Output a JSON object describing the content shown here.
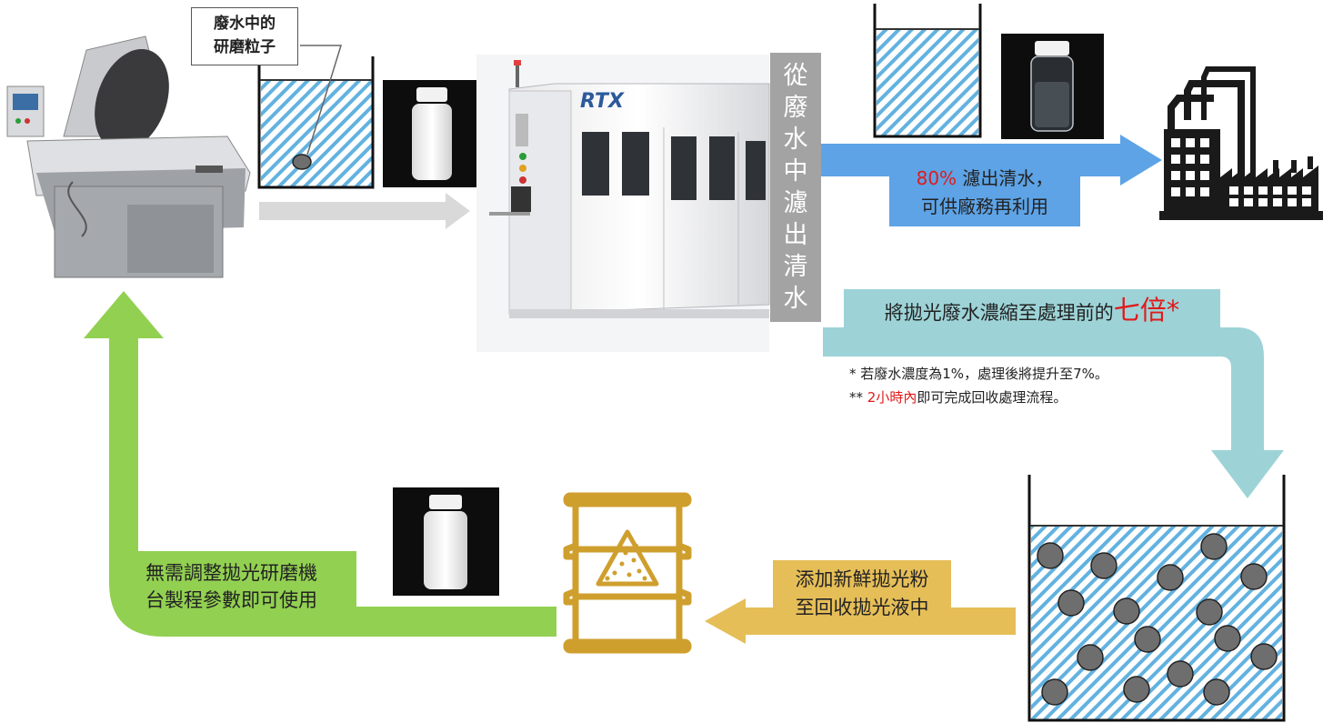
{
  "callout": {
    "line1": "廢水中的",
    "line2": "研磨粒子"
  },
  "machine": {
    "brand": "RTX"
  },
  "vertical_label": [
    "從",
    "廢",
    "水",
    "中",
    "濾",
    "出",
    "清",
    "水"
  ],
  "clean_water": {
    "percent": "80%",
    "line1_rest": " 濾出清水，",
    "line2": "可供廠務再利用"
  },
  "concentrate": {
    "prefix": "將拋光廢水濃縮至處理前的",
    "emphasis": "七倍*"
  },
  "notes": {
    "note1": "* 若廢水濃度為1%，處理後將提升至7%。",
    "note2_prefix": "** ",
    "note2_red": "2小時內",
    "note2_rest": "即可完成回收處理流程。"
  },
  "add_powder": {
    "line1": "添加新鮮拋光粉",
    "line2": "至回收拋光液中"
  },
  "reuse": {
    "line1": "無需調整拋光研磨機",
    "line2": "台製程參數即可使用"
  },
  "colors": {
    "blue_arrow": "#5da3e6",
    "teal_arrow": "#9dd3d7",
    "gold_arrow": "#e6be58",
    "green_arrow": "#92d051",
    "gray_arrow": "#d9d9d9",
    "barrel": "#cf9f2e",
    "red_text": "#e01b1b",
    "hatch": "#4aa3d8"
  }
}
